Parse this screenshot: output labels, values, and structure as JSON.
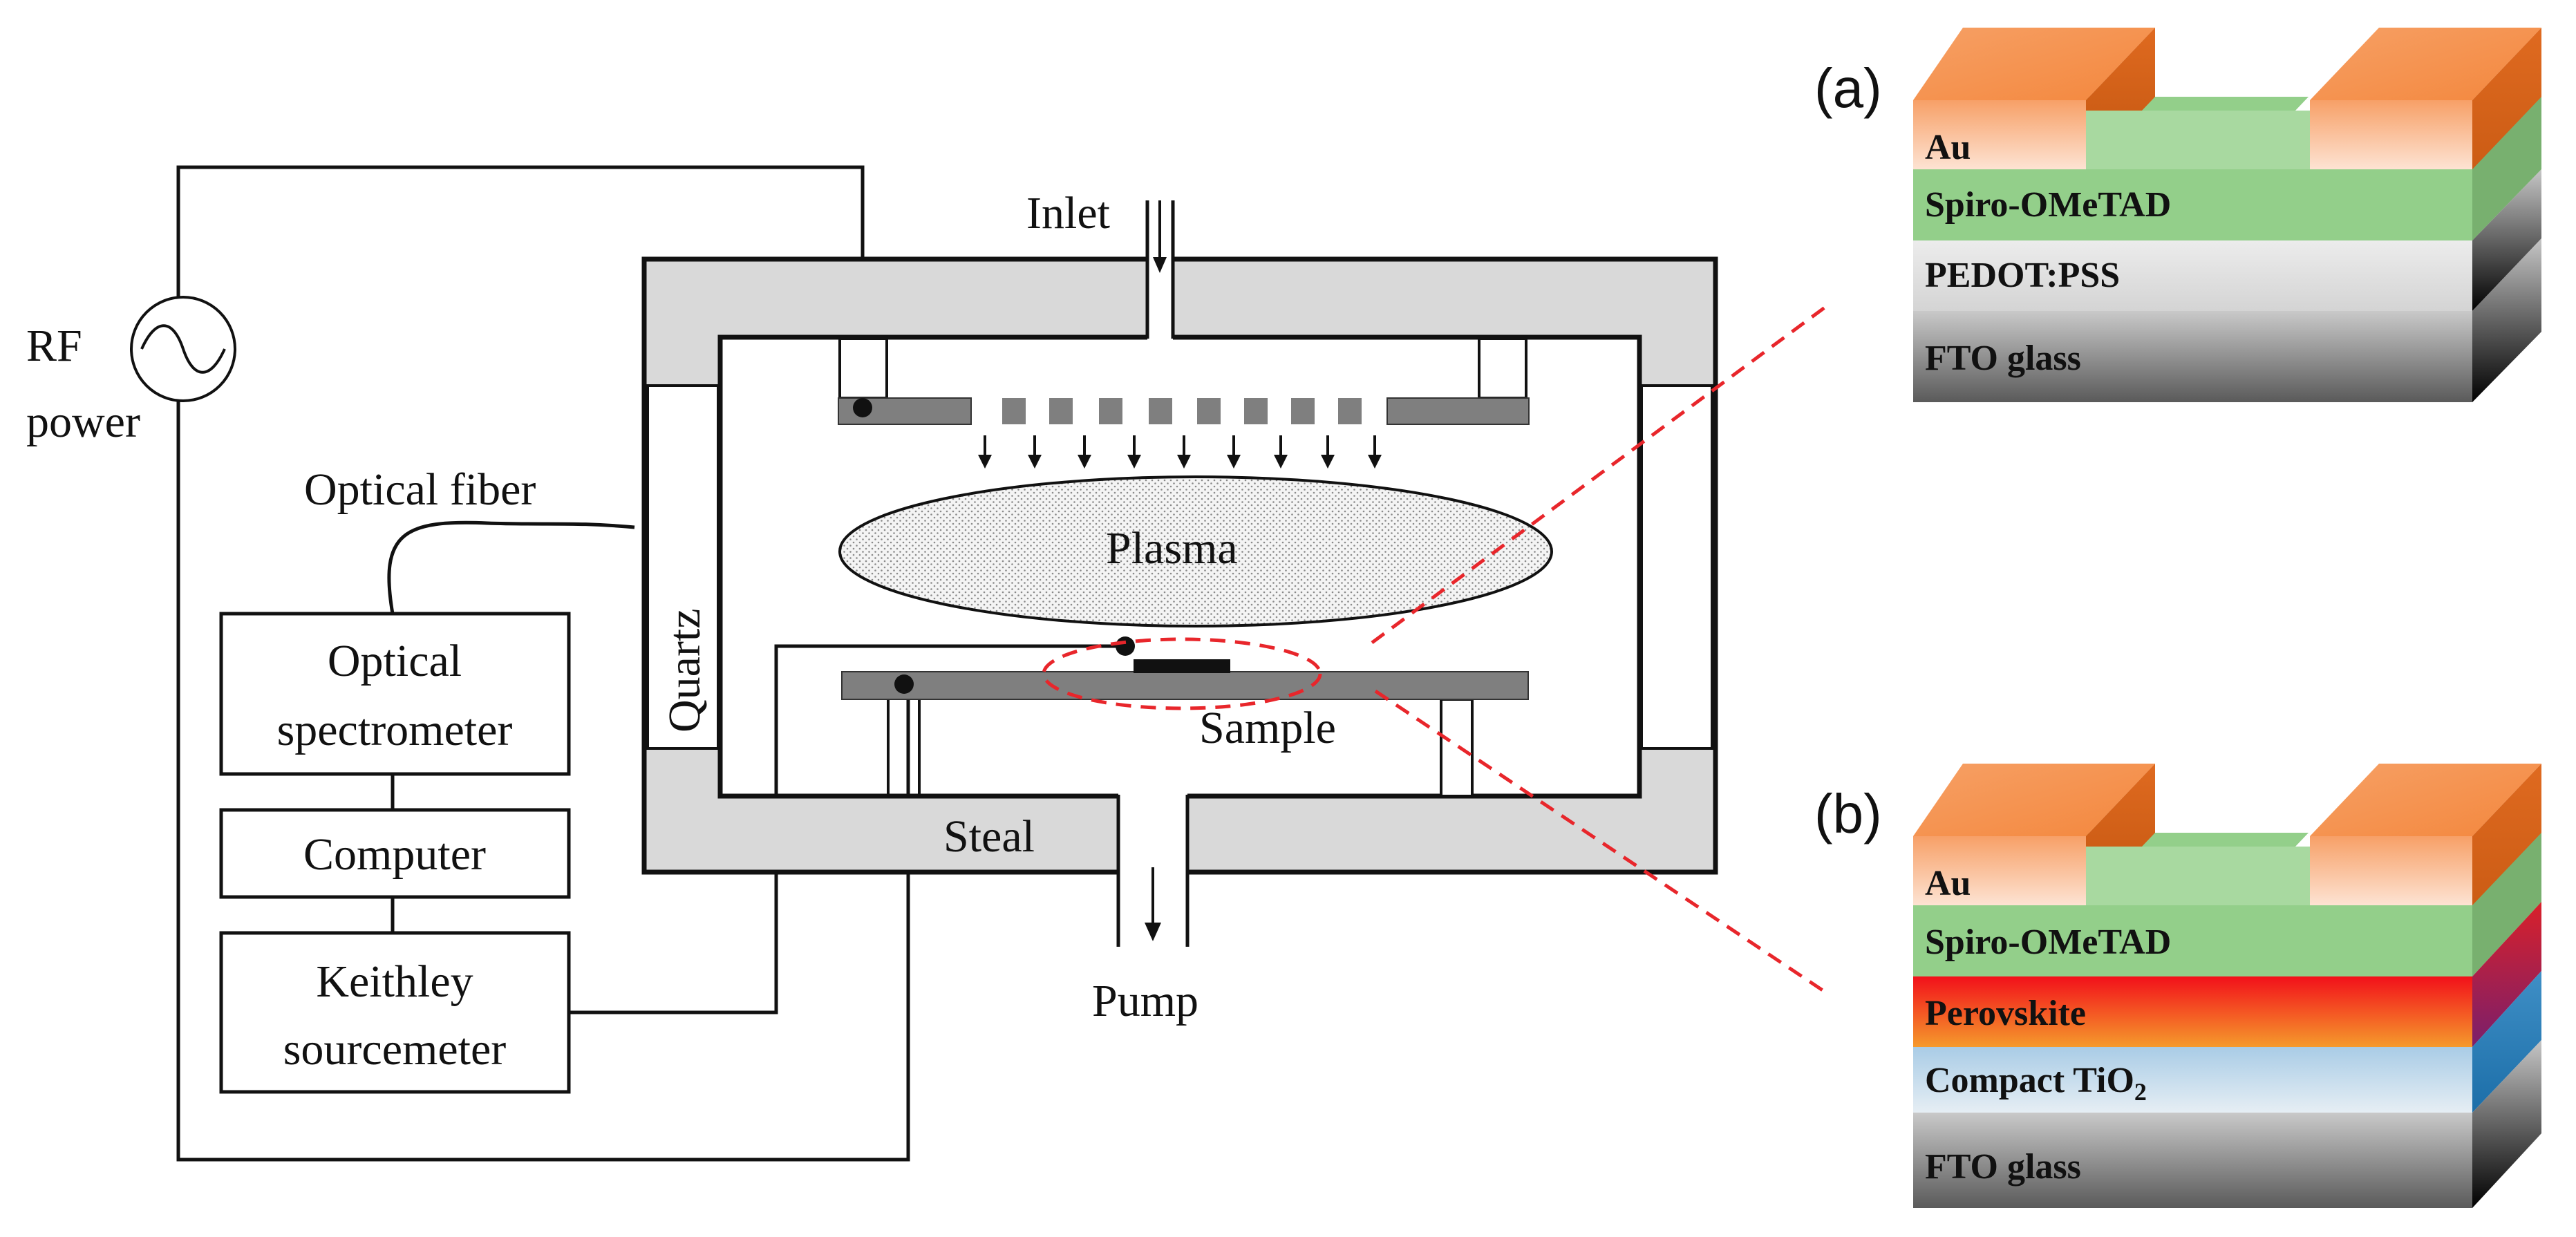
{
  "labels": {
    "rf_power_line1": "RF",
    "rf_power_line2": "power",
    "optical_fiber": "Optical fiber",
    "optical_spectrometer_line1": "Optical",
    "optical_spectrometer_line2": "spectrometer",
    "computer": "Computer",
    "keithley_line1": "Keithley",
    "keithley_line2": "sourcemeter",
    "inlet": "Inlet",
    "quartz": "Quartz",
    "plasma": "Plasma",
    "sample": "Sample",
    "steal": "Steal",
    "pump": "Pump"
  },
  "panel_a": {
    "label": "(a)",
    "layers": [
      "Au",
      "Spiro-OMeTAD",
      "PEDOT:PSS",
      "FTO glass"
    ]
  },
  "panel_b": {
    "label": "(b)",
    "layers": [
      "Au",
      "Spiro-OMeTAD",
      "Perovskite",
      "Compact TiO",
      "FTO glass"
    ],
    "subscript": "2"
  },
  "colors": {
    "chamber_wall": "#d9d9d9",
    "plate": "#7f7f7f",
    "dashed_highlight": "#e8262b",
    "gold_contact": "#f59a5c",
    "spiro": "#93cf8a",
    "pedot": "#e3e3e3",
    "fto": "#7a7a7a",
    "perovskite": "#f2301a",
    "tio2": "#bcd8ea"
  }
}
